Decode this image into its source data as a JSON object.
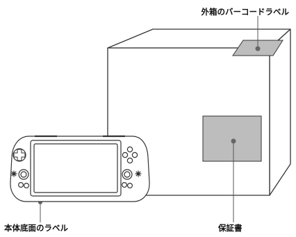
{
  "labels": {
    "box_barcode": "外箱のバーコードラベル",
    "device_bottom": "本体底面のラベル",
    "warranty": "保証書"
  },
  "colors": {
    "outline": "#333333",
    "label_fill": "#bdbdbd",
    "line": "#555555",
    "dot": "#666666"
  },
  "icons": {
    "device": "handheld-console-icon",
    "box": "shipping-box-icon"
  }
}
